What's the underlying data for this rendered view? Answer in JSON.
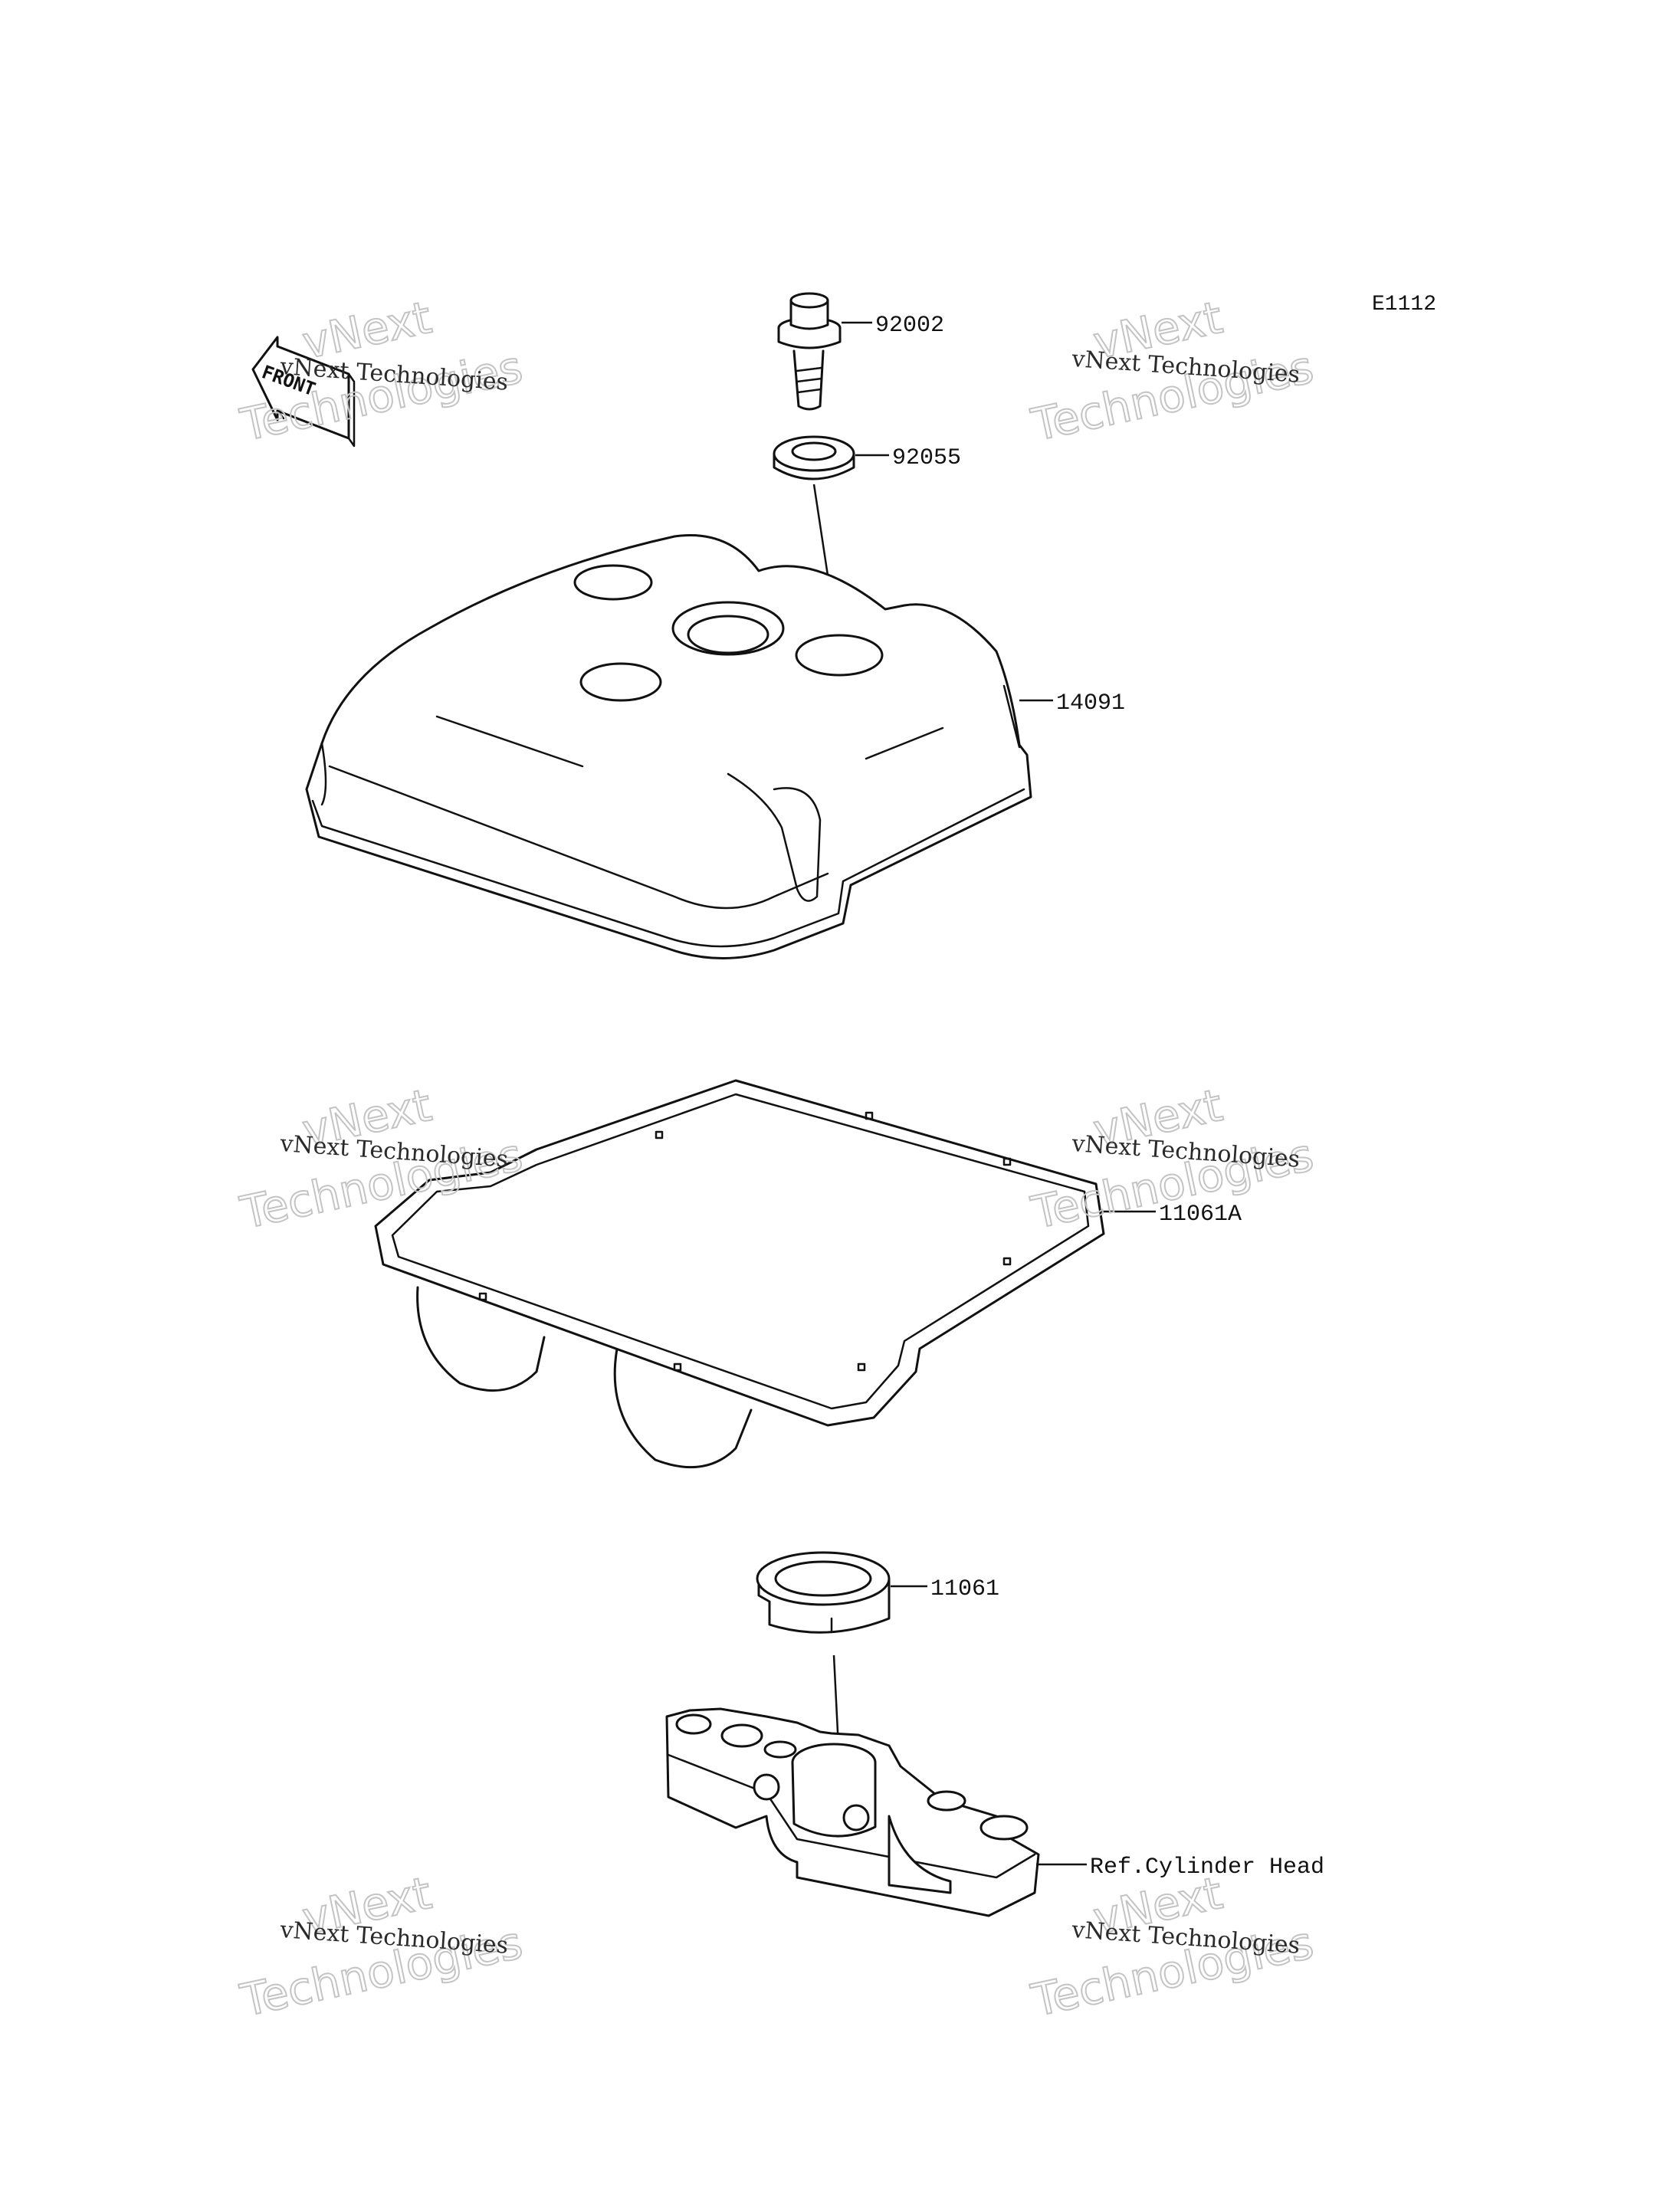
{
  "diagram_code": "E1112",
  "front_marker": "FRONT",
  "callouts": {
    "bolt": "92002",
    "washer": "92055",
    "cover": "14091",
    "gasket": "11061A",
    "plug_gasket": "11061",
    "cylinder_head": "Ref.Cylinder Head"
  },
  "watermark": {
    "line1": "vNext Technologies",
    "big_top": "vNext",
    "big_bottom": "Technologies"
  }
}
